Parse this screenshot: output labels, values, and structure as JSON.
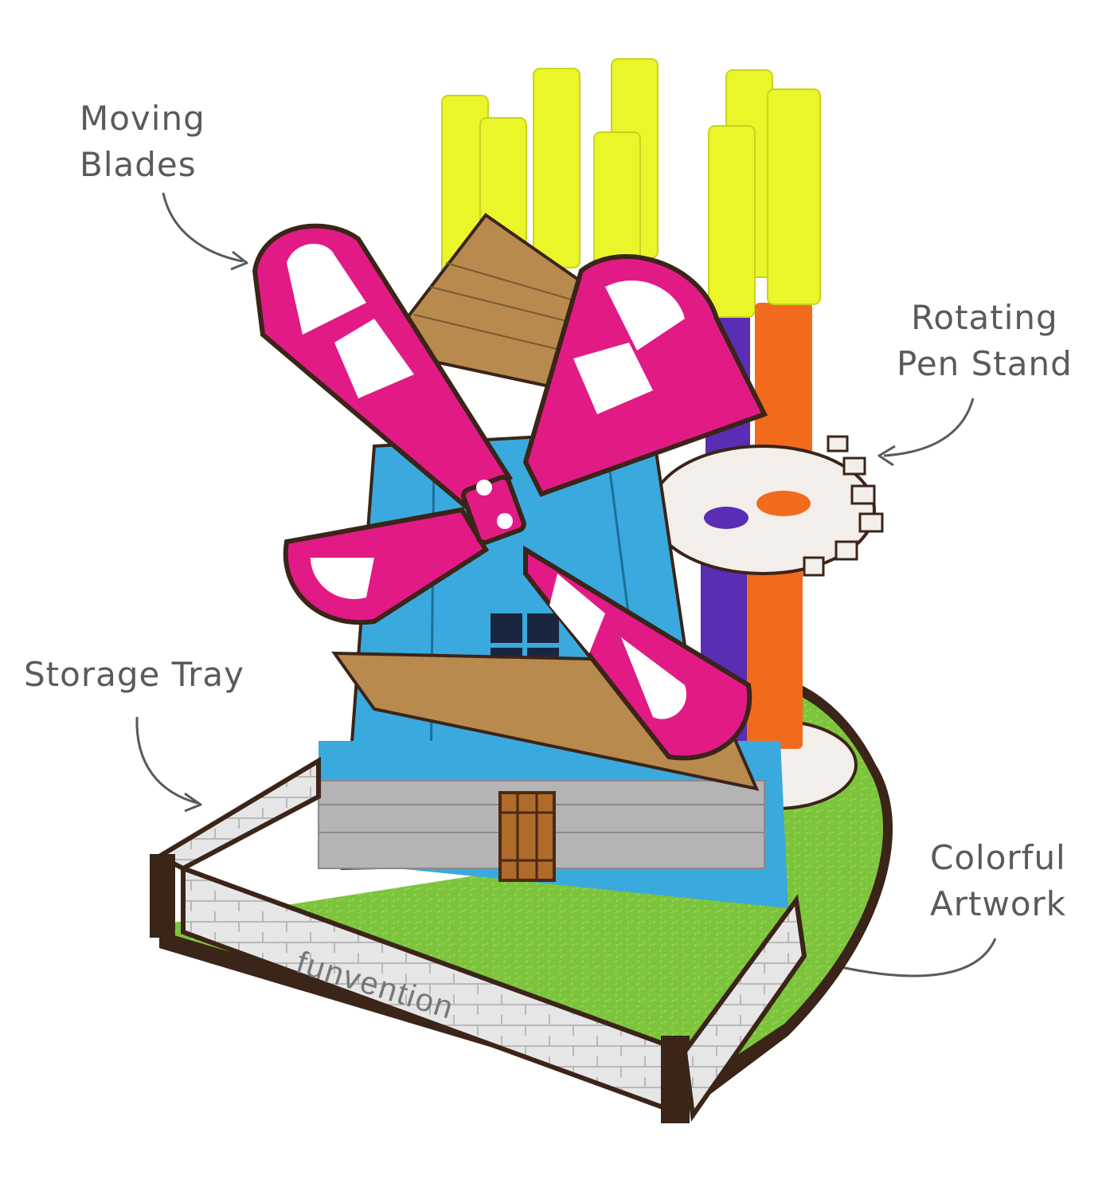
{
  "callouts": {
    "moving_blades": {
      "line1": "Moving",
      "line2": "Blades"
    },
    "rotating_pen_stand": {
      "line1": "Rotating",
      "line2": "Pen Stand"
    },
    "storage_tray": {
      "line1": "Storage Tray"
    },
    "colorful_artwork": {
      "line1": "Colorful",
      "line2": "Artwork"
    }
  },
  "brand": {
    "name": "funvention"
  },
  "colors": {
    "blade_pink": "#e21a86",
    "tower_blue": "#3aa9de",
    "roof_brown": "#b88a4e",
    "grass_green": "#7cc43c",
    "pen_yellow": "#eaf52a",
    "pen_orange": "#f26a1b",
    "pen_purple": "#5a2db5",
    "wood_edge": "#3b2418",
    "wall_grey": "#d9d9d9",
    "label_grey": "#5a5a5a"
  }
}
